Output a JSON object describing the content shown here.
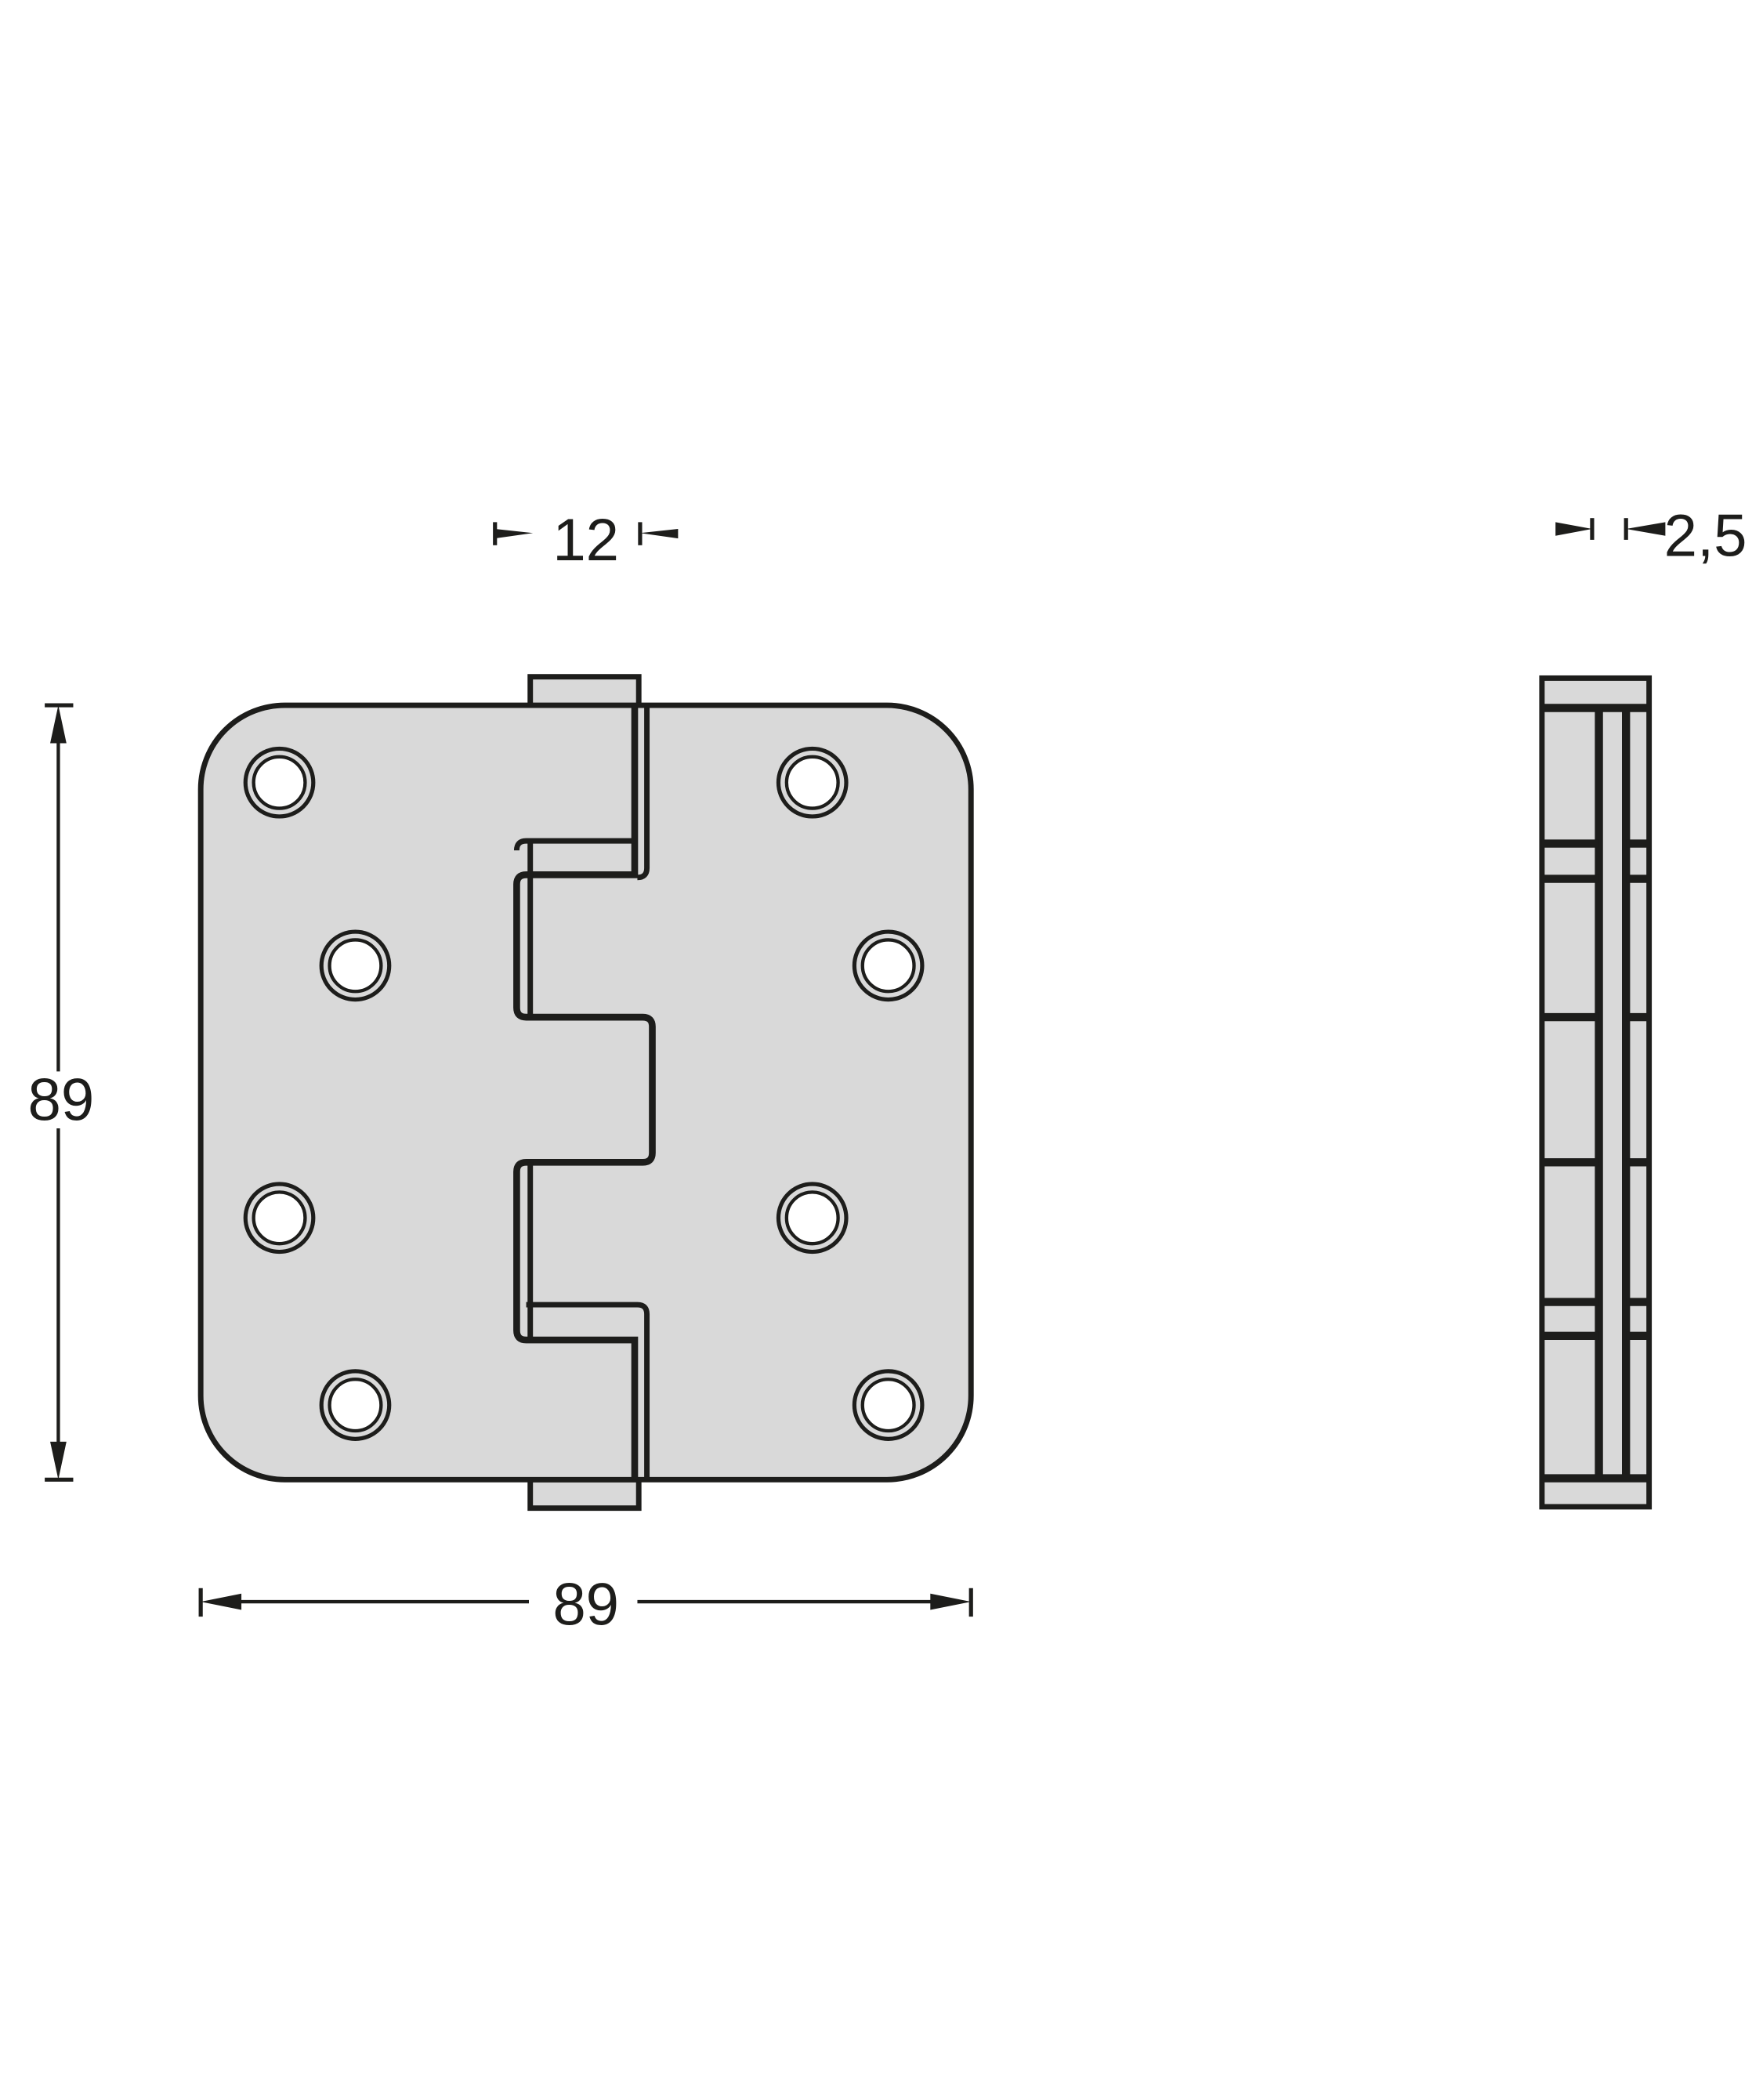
{
  "drawing": {
    "subject": "hinge",
    "colors": {
      "line": "#1d1d1b",
      "fill": "#d9d9d9",
      "background": "#ffffff"
    },
    "dimensions": {
      "knuckle_width": "12",
      "height": "89",
      "width": "89",
      "thickness": "2,5"
    }
  }
}
